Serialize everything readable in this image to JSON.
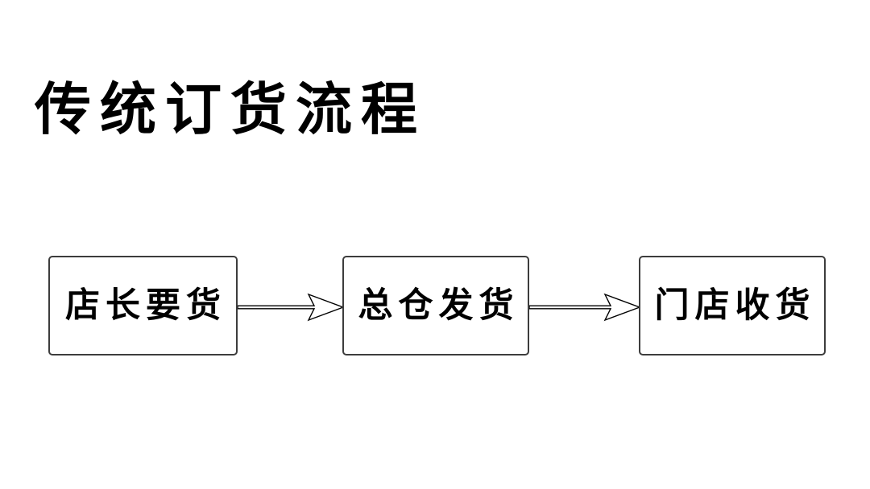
{
  "slide": {
    "background_color": "#ffffff",
    "title": "传统订货流程",
    "title_color": "#000000"
  },
  "flow": {
    "border_color": "#3d3d3d",
    "box_fill": "#ffffff",
    "arrow_color": "#000000",
    "steps": [
      {
        "label": "店长要货"
      },
      {
        "label": "总仓发货"
      },
      {
        "label": "门店收货"
      }
    ],
    "connectors": [
      {
        "icon": "arrow-right-icon",
        "from": "店长要货",
        "to": "总仓发货"
      },
      {
        "icon": "arrow-right-icon",
        "from": "总仓发货",
        "to": "门店收货"
      }
    ]
  }
}
